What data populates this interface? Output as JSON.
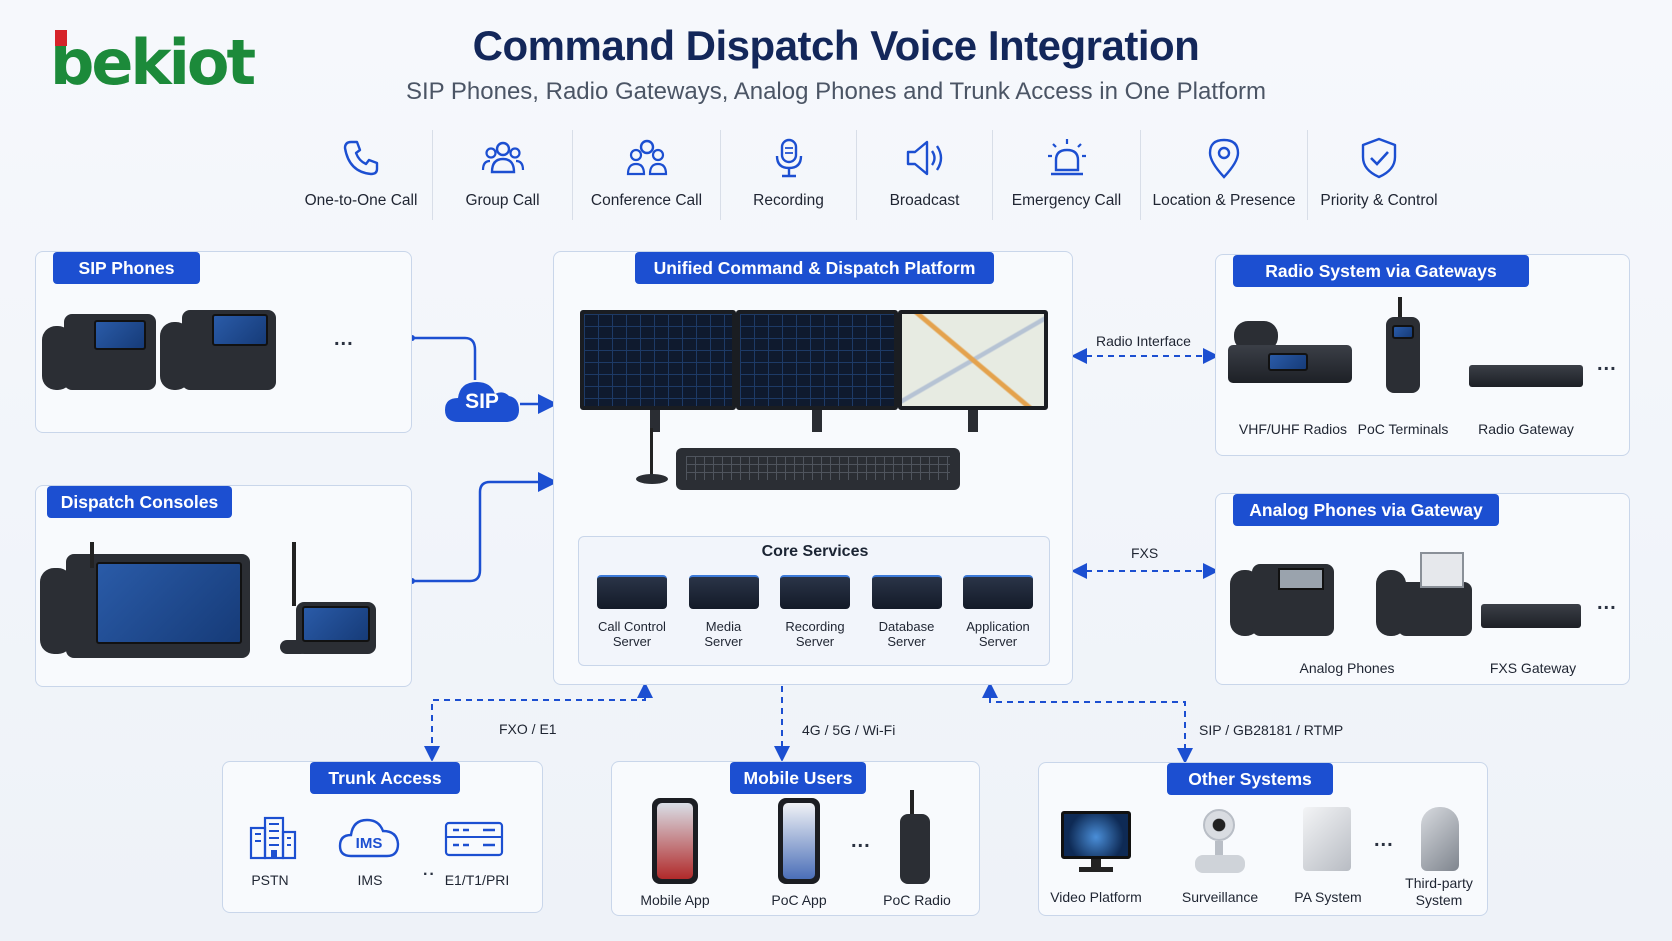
{
  "brand": {
    "logo_text": "bekiot"
  },
  "header": {
    "title": "Command Dispatch Voice Integration",
    "subtitle": "SIP Phones, Radio Gateways, Analog Phones and Trunk Access in One Platform"
  },
  "features": [
    {
      "label": "One-to-One Call",
      "icon": "phone-icon"
    },
    {
      "label": "Group Call",
      "icon": "group-icon"
    },
    {
      "label": "Conference Call",
      "icon": "conference-icon"
    },
    {
      "label": "Recording",
      "icon": "microphone-icon"
    },
    {
      "label": "Broadcast",
      "icon": "speaker-icon"
    },
    {
      "label": "Emergency Call",
      "icon": "alarm-icon"
    },
    {
      "label": "Location & Presence",
      "icon": "location-pin-icon"
    },
    {
      "label": "Priority & Control",
      "icon": "shield-check-icon"
    }
  ],
  "sip_phones": {
    "title": "SIP Phones",
    "more": "..."
  },
  "sip_cloud": {
    "label": "SIP"
  },
  "dispatch_consoles": {
    "title": "Dispatch Consoles"
  },
  "platform": {
    "title": "Unified Command & Dispatch Platform",
    "core": {
      "title": "Core Services",
      "servers": [
        {
          "line1": "Call Control",
          "line2": "Server"
        },
        {
          "line1": "Media",
          "line2": "Server"
        },
        {
          "line1": "Recording",
          "line2": "Server"
        },
        {
          "line1": "Database",
          "line2": "Server"
        },
        {
          "line1": "Application",
          "line2": "Server"
        }
      ]
    }
  },
  "radio": {
    "title": "Radio System via Gateways",
    "interface_label": "Radio Interface",
    "items": [
      "VHF/UHF Radios",
      "PoC Terminals",
      "Radio Gateway"
    ],
    "more": "..."
  },
  "analog": {
    "title": "Analog Phones via Gateway",
    "interface_label": "FXS",
    "items": [
      "Analog Phones",
      "FXS Gateway"
    ],
    "more": "..."
  },
  "trunk": {
    "title": "Trunk Access",
    "link_label": "FXO / E1",
    "items": [
      "PSTN",
      "IMS",
      "E1/T1/PRI"
    ],
    "ims_icon_text": "IMS",
    "more": "··"
  },
  "mobile": {
    "title": "Mobile Users",
    "link_label": "4G / 5G / Wi-Fi",
    "items": [
      "Mobile App",
      "PoC App",
      "PoC Radio"
    ],
    "more": "..."
  },
  "other": {
    "title": "Other Systems",
    "link_label": "SIP / GB28181 / RTMP",
    "items": [
      "Video Platform",
      "Surveillance",
      "PA System"
    ],
    "third_party_line1": "Third-party",
    "third_party_line2": "System",
    "more": "..."
  },
  "colors": {
    "accent": "#1c4fd1",
    "title": "#13275a",
    "brand_green": "#1c8a3a",
    "brand_red": "#d6242a",
    "link": "#1c4fd1"
  }
}
